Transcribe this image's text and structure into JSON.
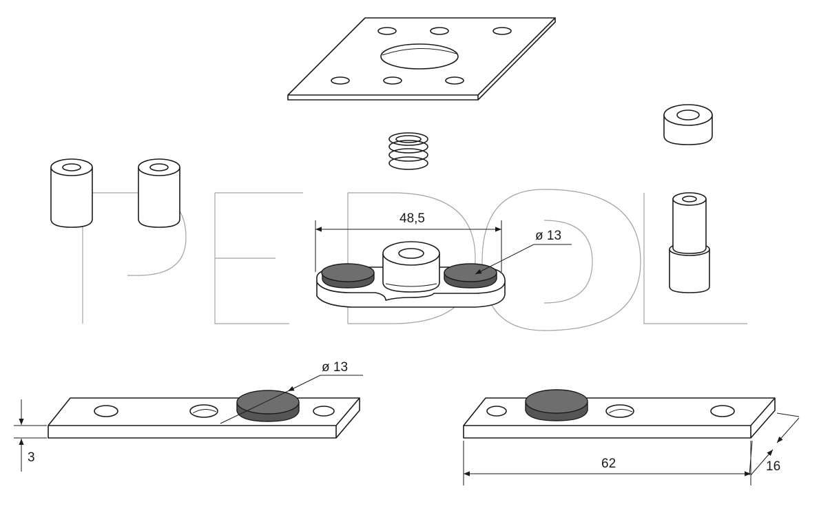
{
  "watermark": "PEDOL",
  "dimensions": {
    "assembly_width": "48,5",
    "assembly_pad_diameter": "ø 13",
    "left_plate_pad_diameter": "ø 13",
    "plate_thickness": "3",
    "plate_length": "62",
    "plate_width": "16"
  }
}
